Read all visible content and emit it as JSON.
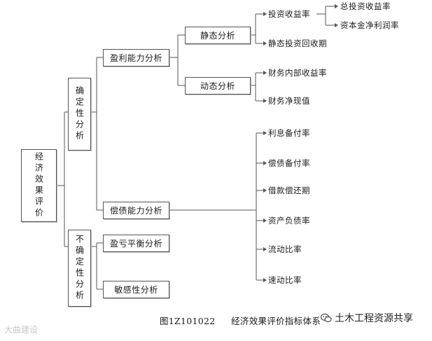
{
  "root": {
    "label": "经济效果评价"
  },
  "level1": {
    "certain": "确定性分析",
    "uncertain": "不确定性分析"
  },
  "level2": {
    "profitability": "盈利能力分析",
    "solvency": "偿债能力分析",
    "breakeven": "盈亏平衡分析",
    "sensitivity": "敏感性分析"
  },
  "level3": {
    "static": "静态分析",
    "dynamic": "动态分析"
  },
  "indicators": {
    "static": [
      "投资收益率",
      "静态投资回收期"
    ],
    "roi_sub": [
      "总投资收益率",
      "资本金净利润率"
    ],
    "dynamic": [
      "财务内部收益率",
      "财务净现值"
    ],
    "solvency": [
      "利息备付率",
      "偿债备付率",
      "借款偿还期",
      "资产负债率",
      "流动比率",
      "速动比率"
    ]
  },
  "caption": {
    "figure_id": "图1Z101022",
    "title": "经济效果评价指标体系"
  },
  "watermark": {
    "left_text": "大曲建设",
    "right_text": "土木工程资源共享"
  }
}
